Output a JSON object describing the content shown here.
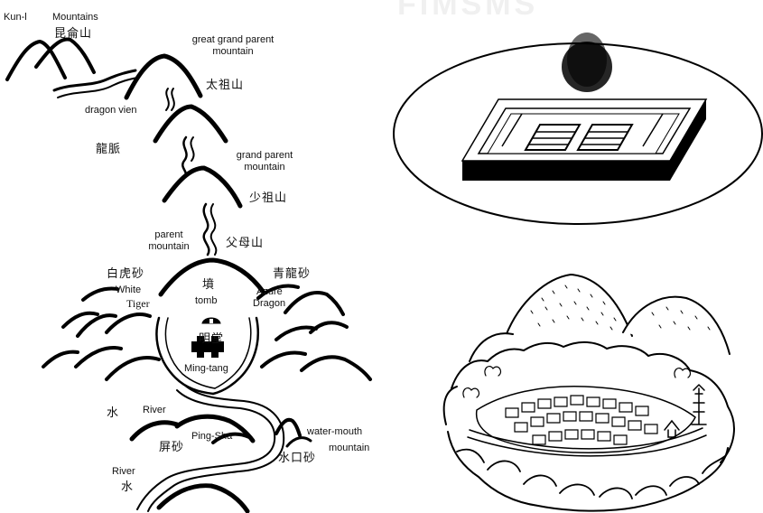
{
  "watermark": "FIMSMS",
  "labels": {
    "kunlun_en": "Kun-l",
    "mountains_en": "Mountains",
    "kunlun_cn": "昆侖山",
    "great_grand_parent_1": "great grand parent",
    "great_grand_parent_2": "mountain",
    "taizu_cn": "太祖山",
    "dragon_vein_en": "dragon vien",
    "dragon_vein_cn": "龍脈",
    "grand_parent_1": "grand parent",
    "grand_parent_2": "mountain",
    "shaozu_cn": "少祖山",
    "parent_1": "parent",
    "parent_2": "mountain",
    "fumu_cn": "父母山",
    "white_tiger_cn": "白虎砂",
    "azure_dragon_cn": "青龍砂",
    "white_en": "White",
    "tiger_en": "Tiger",
    "tomb_cn": "墳",
    "tomb_en": "tomb",
    "azure_en": "Azure",
    "dragon_en": "Dragon",
    "mingtang_cn": "明堂",
    "mingtang_en": "Ming-tang",
    "water_cn": "水",
    "river_en": "River",
    "pingsha_en": "Ping-Sha",
    "pingsha_cn": "屏砂",
    "water_mouth_1": "water-mouth",
    "water_mouth_2": "mountain",
    "shuikou_cn": "水口砂",
    "river2_en": "River",
    "water2_cn": "水"
  }
}
